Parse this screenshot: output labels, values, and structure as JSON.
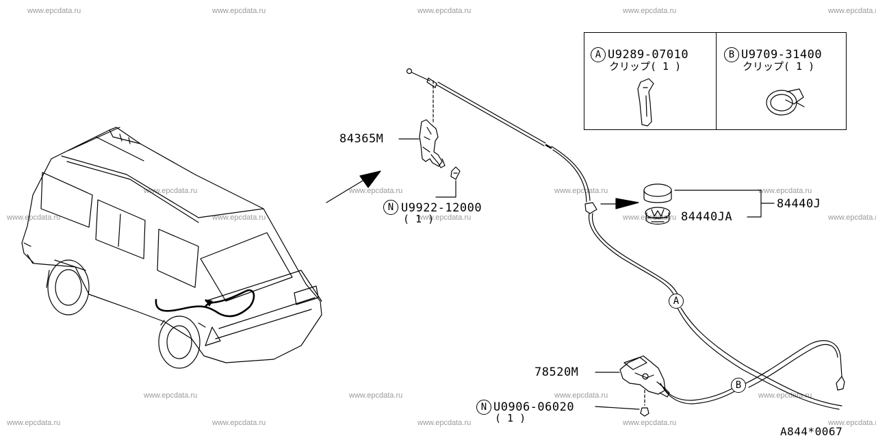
{
  "watermarks": [
    "www.epcdata.ru"
  ],
  "parts": {
    "p84365M": "84365M",
    "pU9922": "U9922-12000",
    "pU9922_qty": "( 1 )",
    "p84440J": "84440J",
    "p84440JA": "84440JA",
    "p78520M": "78520M",
    "pU0906": "U0906-06020",
    "pU0906_qty": "( 1 )"
  },
  "markers": {
    "N": "N",
    "A": "A",
    "B": "B"
  },
  "legend": {
    "a": {
      "marker": "A",
      "part": "U9289-07010",
      "desc": "クリップ( 1 )"
    },
    "b": {
      "marker": "B",
      "part": "U9709-31400",
      "desc": "クリップ( 1 )"
    }
  },
  "diagram_code": "A844*0067"
}
